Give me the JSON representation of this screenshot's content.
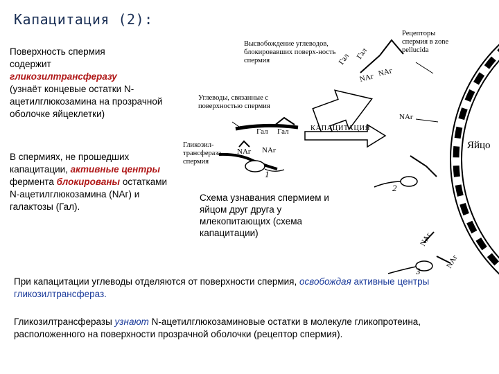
{
  "title": "Капацитация (2):",
  "left_text_1": {
    "line1": "Поверхность спермия",
    "line2": "содержит",
    "highlight": "гликозилтрансферазу",
    "rest": "(узнаёт концевые остатки N-ацетилглюкозамина на прозрачной оболочке яйцеклетки)"
  },
  "left_text_2": {
    "a": "В спермиях, не прошедших капацитации, ",
    "active": "активные центры",
    "b": " фермента ",
    "blocked": "блокированы",
    "c": " остатками N-ацетилглюкозамина (NAг) и галактозы (Гал)."
  },
  "diagram": {
    "release_label": "Высвобождение углеводов, блокировавших поверх-ность спермия",
    "receptors_label": "Рецепторы спермия в zone pellucida",
    "carbs_label": "Углеводы, связанные с поверхностью спермия",
    "capacitation_label": "КАПАЦИТАЦИЯ",
    "enzyme_label": "Гликозил-трансфераза спермия",
    "egg_label": "Яйцо",
    "nag": "NAг",
    "gal": "Гал",
    "num1": "1",
    "num2": "2",
    "num3": "3",
    "caption": "Схема узнавания спермием и яйцом друг друга у млекопитающих (схема капацитации)"
  },
  "bottom_text_1": {
    "a": "При капацитации углеводы отделяются от поверхности спермия, ",
    "highlight": "освобождая",
    "b": " активные центры гликозилтрансфераз."
  },
  "bottom_text_2": {
    "a": "Гликозилтрансферазы ",
    "highlight": "узнают",
    "b": " N-ацетилглюкозаминовые остатки в молекуле гликопротеина, расположенного на поверхности прозрачной оболочки (рецептор спермия)."
  },
  "colors": {
    "title": "#1a2f55",
    "highlight_red": "#b01818",
    "highlight_blue": "#1a3a9a"
  }
}
